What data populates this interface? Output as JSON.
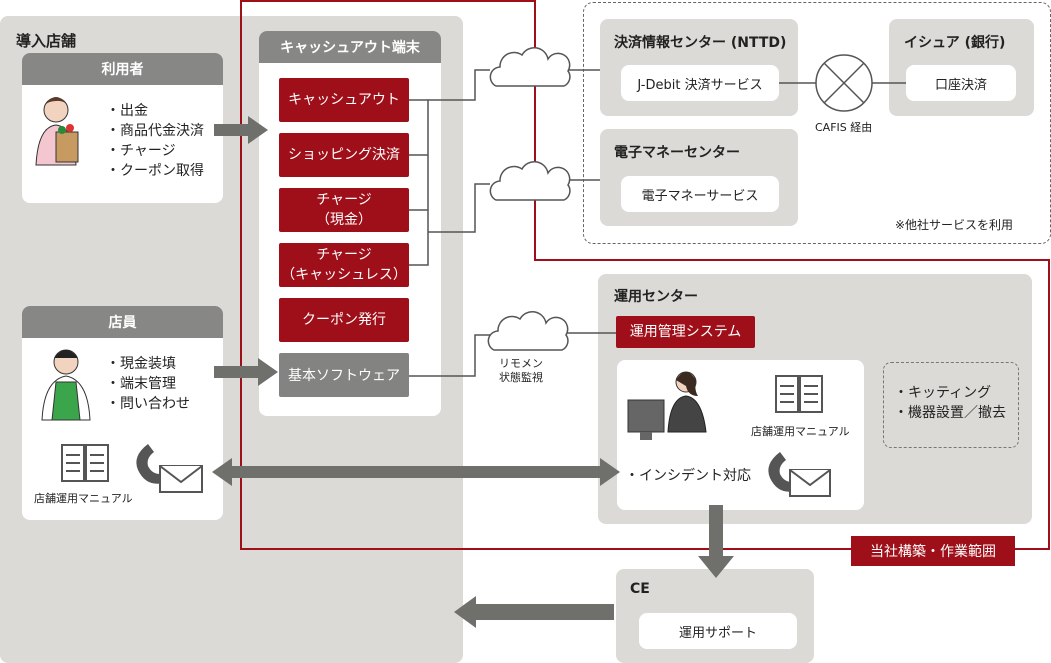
{
  "store": {
    "title": "導入店舗",
    "user": {
      "label": "利用者",
      "items": [
        "・出金",
        "・商品代金決済",
        "・チャージ",
        "・クーポン取得"
      ]
    },
    "staff": {
      "label": "店員",
      "items": [
        "・現金装填",
        "・端末管理",
        "・問い合わせ"
      ],
      "manual": "店舗運用マニュアル"
    }
  },
  "terminal": {
    "title": "キャッシュアウト端末",
    "buttons": [
      "キャッシュアウト",
      "ショッピング決済",
      "チャージ\n（現金）",
      "チャージ\n（キャッシュレス）",
      "クーポン発行"
    ],
    "software": "基本ソフトウェア"
  },
  "nttd": {
    "title": "決済情報センター (NTTD)",
    "service": "J-Debit 決済サービス"
  },
  "issuer": {
    "title": "イシュア (銀行)",
    "service": "口座決済"
  },
  "cafis": "CAFIS 経由",
  "emoney": {
    "title": "電子マネーセンター",
    "service": "電子マネーサービス"
  },
  "other_note": "※他社サービスを利用",
  "ops": {
    "title": "運用センター",
    "system": "運用管理システム",
    "manual": "店舗運用マニュアル",
    "incident": "・インシデント対応",
    "kitting": [
      "・キッティング",
      "・機器設置／撤去"
    ]
  },
  "remote": [
    "リモメン",
    "状態監視"
  ],
  "scope": "当社構築・作業範囲",
  "ce": {
    "title": "CE",
    "service": "運用サポート"
  },
  "colors": {
    "accent": "#9f0f1a",
    "panel": "#dbdad7",
    "header": "#878785",
    "arrow": "#6f6f6c"
  }
}
